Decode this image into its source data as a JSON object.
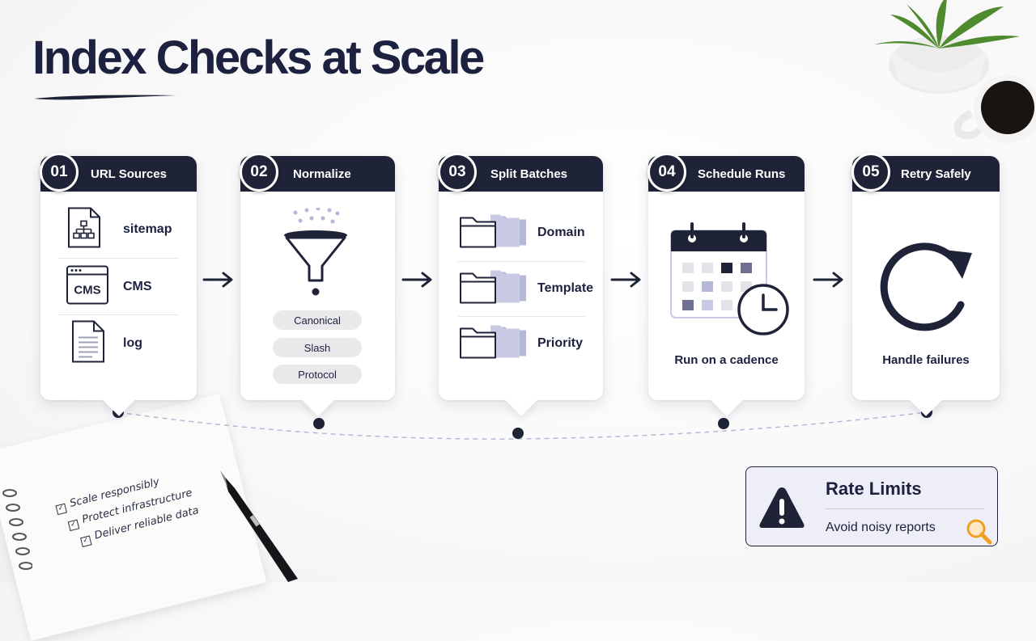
{
  "title": "Index Checks at Scale",
  "steps": [
    {
      "number": "01",
      "title": "URL Sources",
      "items": [
        "sitemap",
        "CMS",
        "log"
      ]
    },
    {
      "number": "02",
      "title": "Normalize",
      "pills": [
        "Canonical",
        "Slash",
        "Protocol"
      ]
    },
    {
      "number": "03",
      "title": "Split Batches",
      "items": [
        "Domain",
        "Template",
        "Priority"
      ]
    },
    {
      "number": "04",
      "title": "Schedule Runs",
      "caption": "Run on a cadence"
    },
    {
      "number": "05",
      "title": "Retry Safely",
      "caption": "Handle failures"
    }
  ],
  "cms_icon_text": "CMS",
  "rate_limits": {
    "title": "Rate Limits",
    "subtitle": "Avoid noisy reports"
  },
  "notepad": {
    "items": [
      "Scale responsibly",
      "Protect infrastructure",
      "Deliver reliable data"
    ]
  },
  "colors": {
    "navy": "#1f2338",
    "lavender": "#b6b8d8",
    "accent_orange": "#f0a020"
  },
  "icons": [
    "document-sitemap-icon",
    "cms-window-icon",
    "log-document-icon",
    "funnel-icon",
    "folder-icon",
    "calendar-clock-icon",
    "retry-arrow-icon",
    "warning-icon",
    "magnifier-icon"
  ]
}
